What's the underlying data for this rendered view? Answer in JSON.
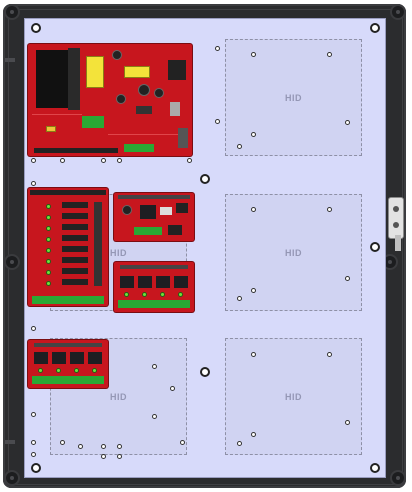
{
  "diagram": {
    "placeholders": [
      {
        "id": "hid-1",
        "label": "HID"
      },
      {
        "id": "hid-2",
        "label": "HID"
      },
      {
        "id": "hid-3",
        "label": "HID"
      },
      {
        "id": "hid-4",
        "label": "HID"
      },
      {
        "id": "hid-5",
        "label": "HID"
      }
    ],
    "colors": {
      "enclosure": "#2b2c2e",
      "backplate": "#d7dafa",
      "board": "#c7161e",
      "terminal": "#2aa834",
      "led": "#6fe23a",
      "transformer": "#f3e33a"
    },
    "icons": [
      "mounting-screw-icon",
      "knockout-hole-icon",
      "tamper-switch-icon"
    ]
  }
}
